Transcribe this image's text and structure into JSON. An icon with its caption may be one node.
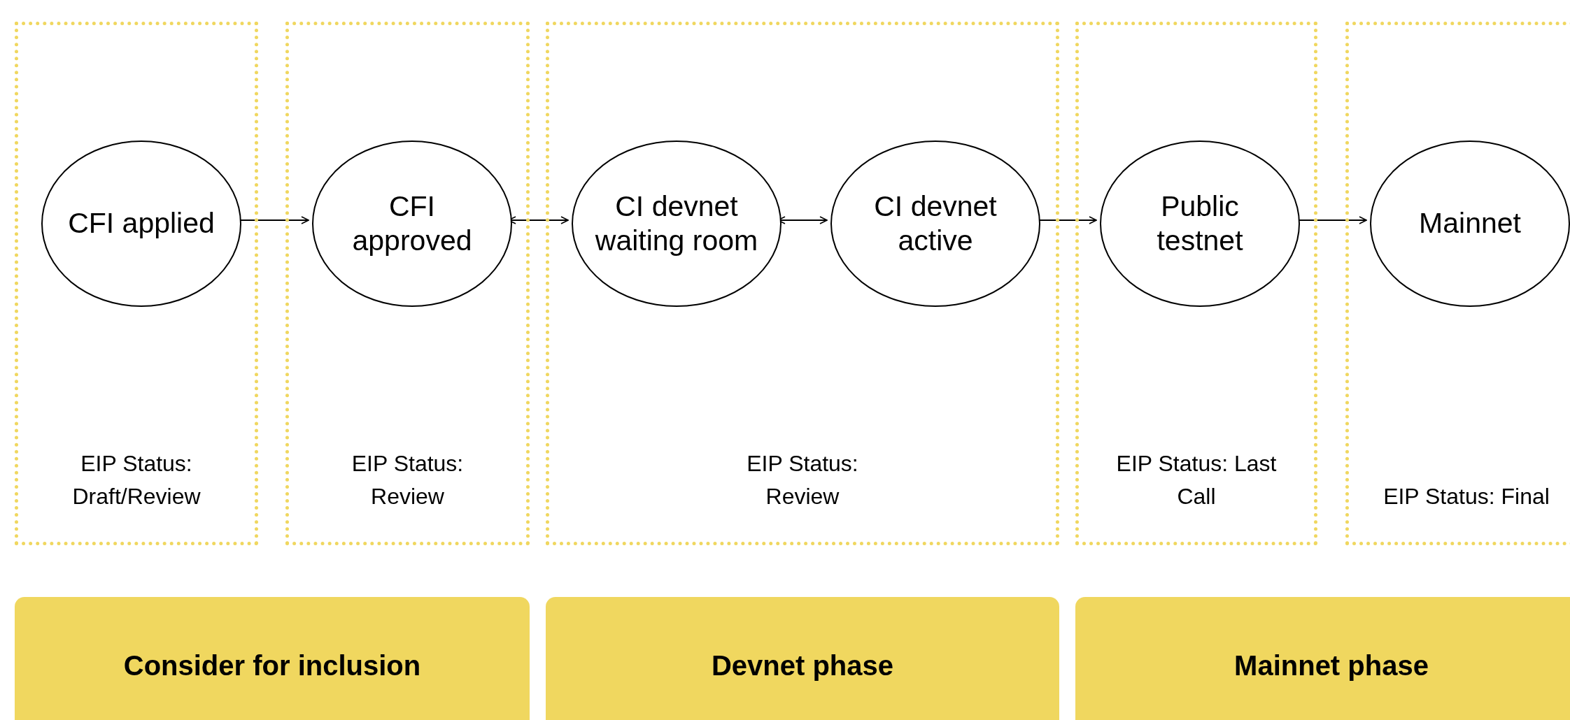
{
  "diagram": {
    "nodes": [
      {
        "text": [
          "EIP Status: Draft/Review"
        ]
      },
      {
        "text": [
          "CFI applied"
        ],
        "in": 0
      },
      {
        "text": [
          "EIP Status: Review"
        ]
      },
      {
        "text": [
          "CFI approved"
        ],
        "in": 2
      },
      {
        "text": [
          "EIP Status: Review"
        ]
      },
      {
        "text": [
          "CI devnet waiting room"
        ],
        "in": 4
      },
      {
        "text": [
          "CI devnet active"
        ],
        "in": 4
      },
      {
        "text": [
          "EIP Status: Last Call"
        ]
      },
      {
        "text": [
          "Public testnet"
        ],
        "in": 7
      },
      {
        "text": [
          "EIP Status: Final"
        ]
      },
      {
        "text": [
          "Mainnet"
        ],
        "in": 9
      },
      {
        "text": [
          "Consider for inclusion"
        ]
      },
      {
        "text": [
          "Devnet phase"
        ]
      },
      {
        "text": [
          "Mainnet phase"
        ]
      }
    ],
    "edges": [
      {
        "from": 1,
        "to": 3,
        "arrow": "to"
      },
      {
        "from": 3,
        "to": 5,
        "arrow": "both"
      },
      {
        "from": 5,
        "to": 6,
        "arrow": "both"
      },
      {
        "from": 6,
        "to": 8,
        "arrow": "to"
      },
      {
        "from": 8,
        "to": 10,
        "arrow": "to"
      }
    ]
  }
}
